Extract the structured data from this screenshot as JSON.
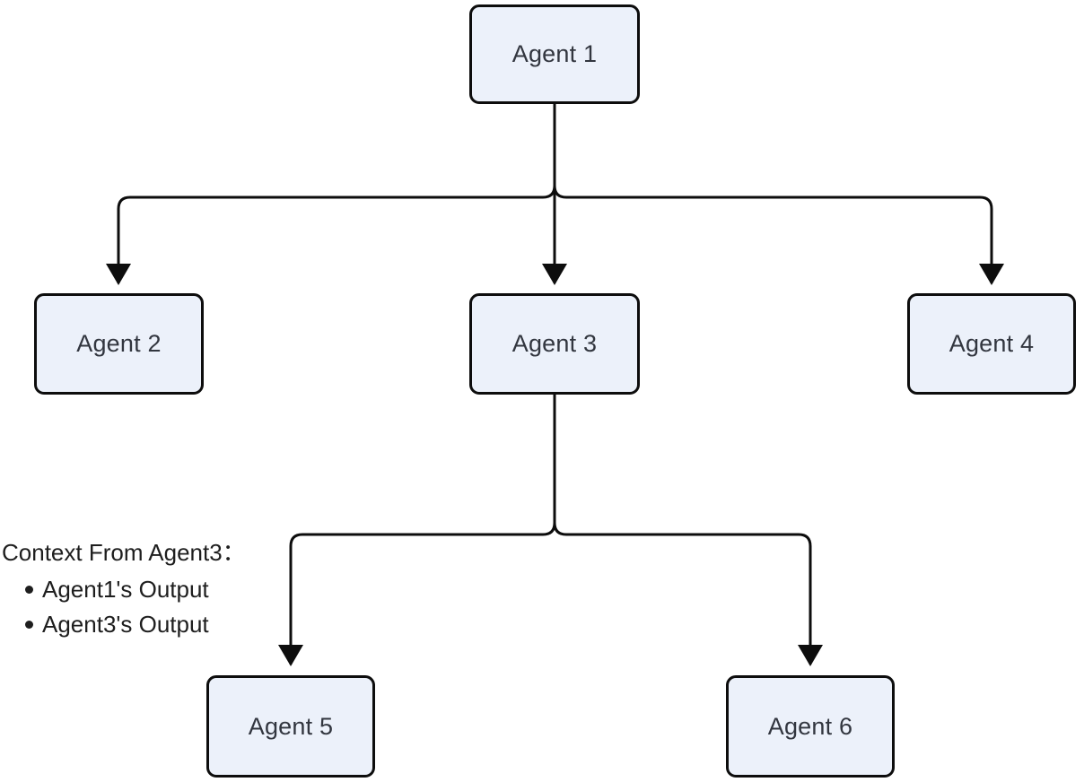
{
  "theme": {
    "background": "#ffffff",
    "node_fill": "#ecf1fa",
    "node_border": "#0d0d0d",
    "edge_color": "#0d0d0d",
    "node_text_color": "#32363f",
    "annotation_text_color": "#1e1e1e"
  },
  "nodes": [
    {
      "id": "agent1",
      "label": "Agent 1"
    },
    {
      "id": "agent2",
      "label": "Agent 2"
    },
    {
      "id": "agent3",
      "label": "Agent 3"
    },
    {
      "id": "agent4",
      "label": "Agent 4"
    },
    {
      "id": "agent5",
      "label": "Agent 5"
    },
    {
      "id": "agent6",
      "label": "Agent 6"
    }
  ],
  "edges": [
    {
      "from": "Agent 1",
      "to": "Agent 2"
    },
    {
      "from": "Agent 1",
      "to": "Agent 3"
    },
    {
      "from": "Agent 1",
      "to": "Agent 4"
    },
    {
      "from": "Agent 3",
      "to": "Agent 5"
    },
    {
      "from": "Agent 3",
      "to": "Agent 6"
    }
  ],
  "annotation": {
    "title": "Context From Agent3：",
    "items": [
      "Agent1's Output",
      "Agent3's Output"
    ]
  }
}
